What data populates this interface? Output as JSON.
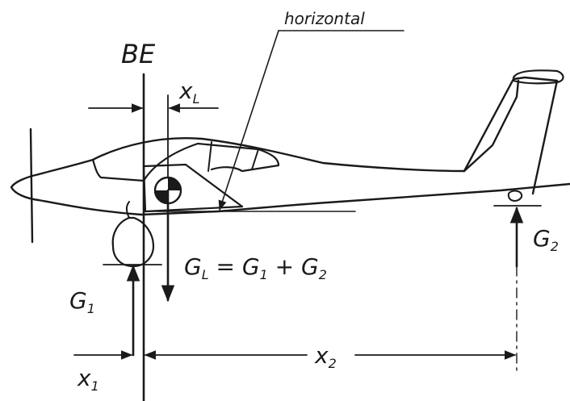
{
  "labels": {
    "horizontal": "horizontal",
    "datum": "BE",
    "xl": "x",
    "xl_sub": "L",
    "x1": "x",
    "x1_sub": "1",
    "x2": "x",
    "x2_sub": "2",
    "g1": "G",
    "g1_sub": "1",
    "g2": "G",
    "g2_sub": "2",
    "gl_eq_g": "G",
    "gl_eq_gsub": "L",
    "gl_eq_rest": " = G",
    "gl_eq_rest_sub1": "1",
    "gl_eq_plus": " + G",
    "gl_eq_rest_sub2": "2"
  },
  "colors": {
    "ink": "#1a1a1a",
    "background": "#ffffff"
  }
}
